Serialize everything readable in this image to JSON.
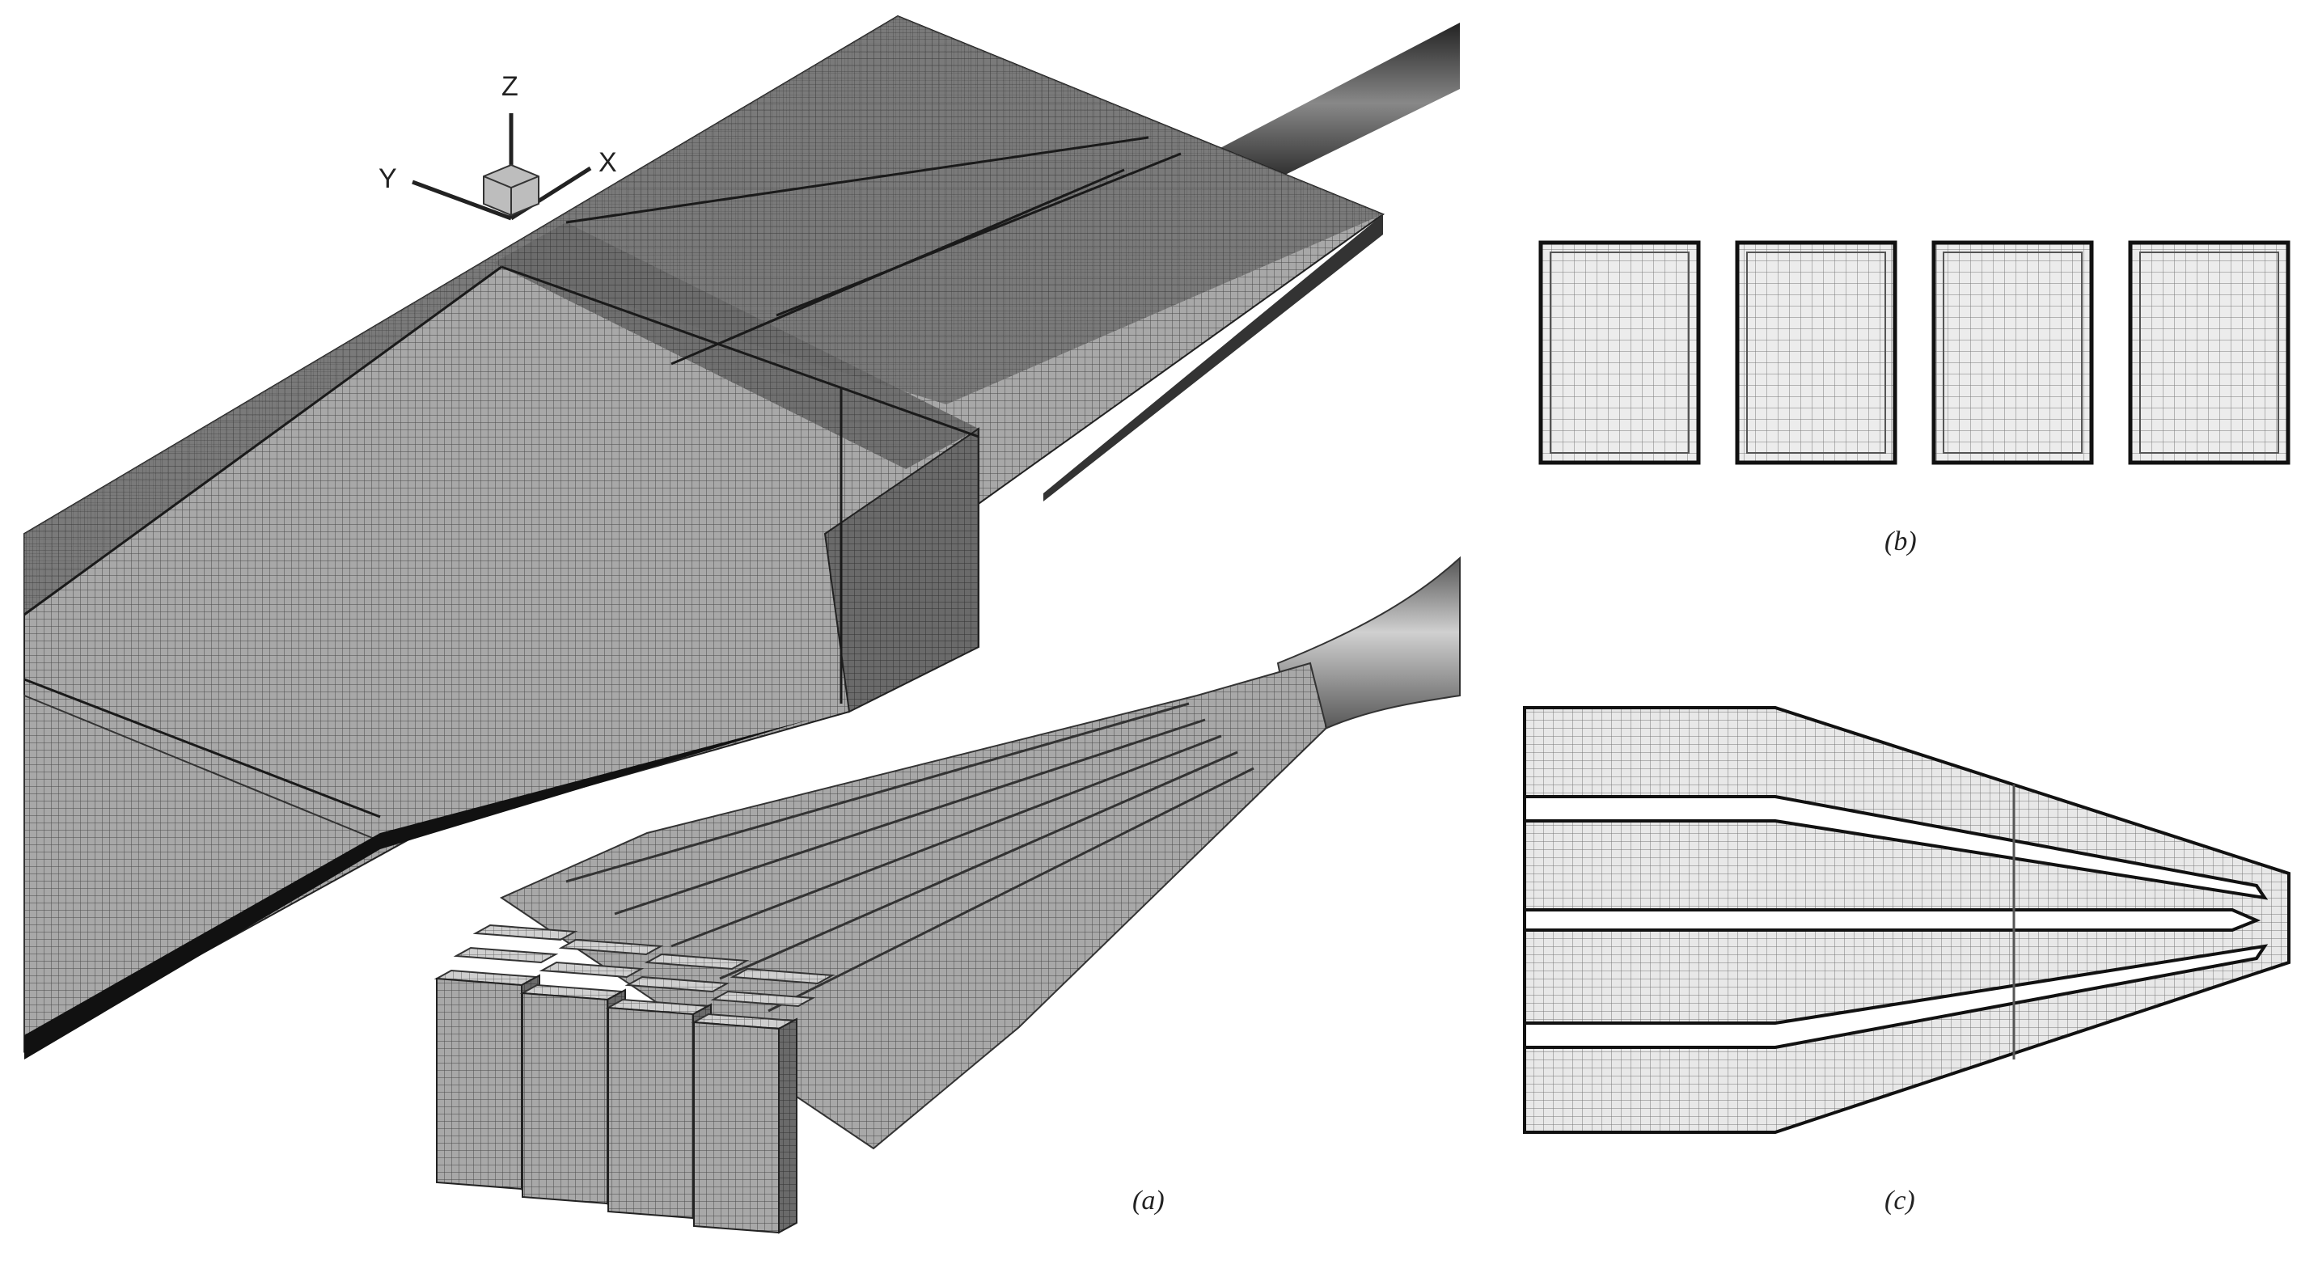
{
  "axes": {
    "z": "Z",
    "y": "Y",
    "x": "X"
  },
  "labels": {
    "a": "(a)",
    "b": "(b)",
    "c": "(c)"
  },
  "panel_b": {
    "channel_count": 4
  },
  "panel_c": {
    "channel_count": 4
  },
  "panel_a": {
    "channel_blocks": 4,
    "rows_per_block": 3
  },
  "colors": {
    "mesh_dark": "#2b2b2b",
    "mesh_mid": "#6e6e6e",
    "mesh_light": "#9a9a9a",
    "line": "#111111",
    "background": "#ffffff"
  }
}
